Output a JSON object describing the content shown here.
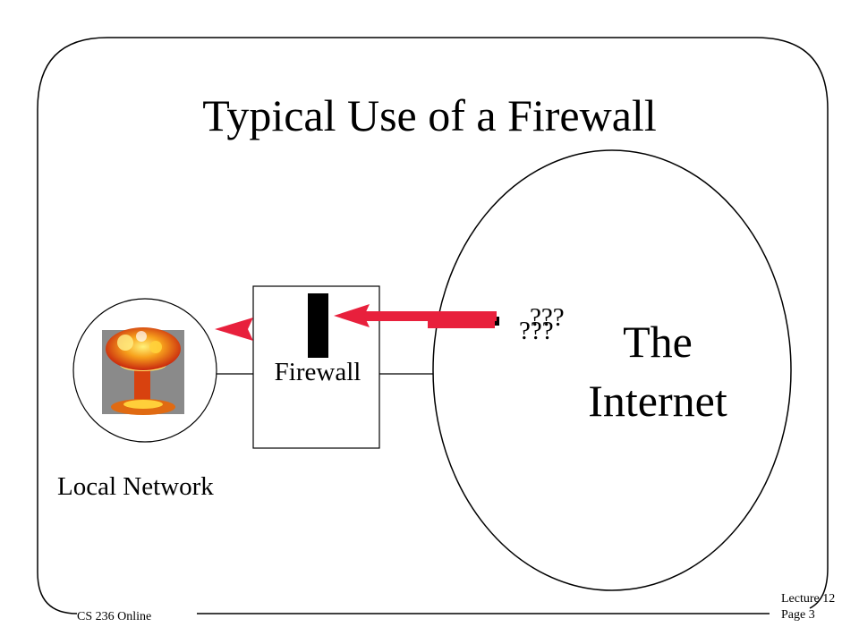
{
  "slide": {
    "title": "Typical Use of a Firewall",
    "internet_label_line1": "The",
    "internet_label_line2": "Internet",
    "firewall_label": "Firewall",
    "local_network_label": "Local Network",
    "unknown_marks_back": "???",
    "unknown_marks_front": "???",
    "footer_course": "CS 236 Online",
    "footer_lecture": "Lecture 12",
    "footer_page": "Page 3"
  },
  "icons": {
    "local_host_image": "mushroom-cloud-icon",
    "arrow_color": "#e8203c",
    "barrier_color": "#000000"
  }
}
